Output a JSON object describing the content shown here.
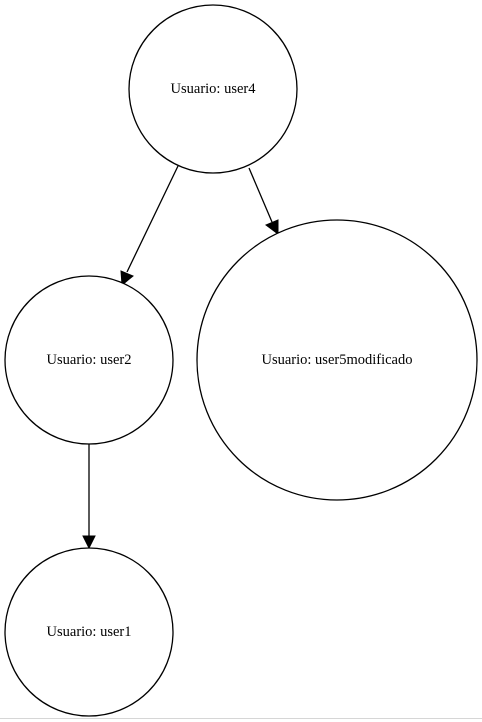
{
  "graph": {
    "nodes": [
      {
        "id": "user4",
        "label": "Usuario: user4"
      },
      {
        "id": "user2",
        "label": "Usuario: user2"
      },
      {
        "id": "user5modificado",
        "label": "Usuario: user5modificado"
      },
      {
        "id": "user1",
        "label": "Usuario: user1"
      }
    ],
    "edges": [
      {
        "from": "user4",
        "to": "user2"
      },
      {
        "from": "user4",
        "to": "user5modificado"
      },
      {
        "from": "user2",
        "to": "user1"
      }
    ]
  }
}
